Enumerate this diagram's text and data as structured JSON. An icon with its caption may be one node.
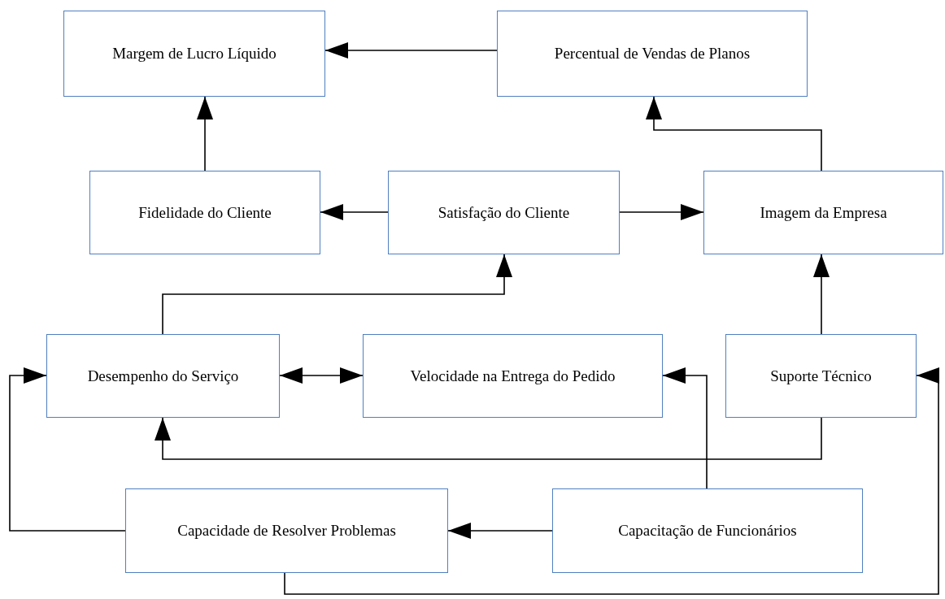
{
  "diagram": {
    "nodes": [
      {
        "text": [
          "Margem de Lucro Líquido"
        ]
      },
      {
        "text": [
          "Percentual de Vendas de Planos"
        ]
      },
      {
        "text": [
          "Fidelidade do Cliente"
        ]
      },
      {
        "text": [
          "Satisfação do Cliente"
        ]
      },
      {
        "text": [
          "Imagem da Empresa"
        ]
      },
      {
        "text": [
          "Desempenho do Serviço"
        ]
      },
      {
        "text": [
          "Velocidade na Entrega do Pedido"
        ]
      },
      {
        "text": [
          "Suporte Técnico"
        ]
      },
      {
        "text": [
          "Capacidade de Resolver Problemas"
        ]
      },
      {
        "text": [
          "Capacitação de Funcionários"
        ]
      }
    ],
    "edges": [
      {
        "from": 1,
        "to": 0,
        "arrow": "to"
      },
      {
        "from": 2,
        "to": 0,
        "arrow": "to"
      },
      {
        "from": 3,
        "to": 2,
        "arrow": "to"
      },
      {
        "from": 3,
        "to": 4,
        "arrow": "to"
      },
      {
        "from": 4,
        "to": 1,
        "arrow": "to"
      },
      {
        "from": 5,
        "to": 3,
        "arrow": "to"
      },
      {
        "from": 5,
        "to": 6,
        "arrow": "both"
      },
      {
        "from": 7,
        "to": 4,
        "arrow": "to"
      },
      {
        "from": 9,
        "to": 6,
        "arrow": "to"
      },
      {
        "from": 7,
        "to": 5,
        "arrow": "to"
      },
      {
        "from": 8,
        "to": 5,
        "arrow": "to"
      },
      {
        "from": 9,
        "to": 8,
        "arrow": "to"
      },
      {
        "from": 8,
        "to": 7,
        "arrow": "to"
      }
    ]
  }
}
